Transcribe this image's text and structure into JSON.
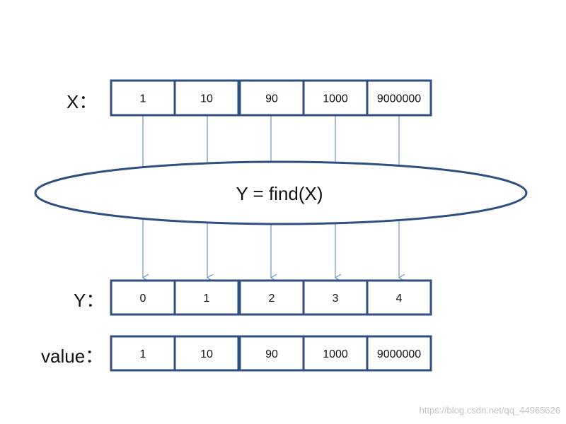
{
  "rows": {
    "x": {
      "label": "X：",
      "values": [
        "1",
        "10",
        "90",
        "1000",
        "9000000"
      ]
    },
    "y": {
      "label": "Y：",
      "values": [
        "0",
        "1",
        "2",
        "3",
        "4"
      ]
    },
    "value": {
      "label": "value：",
      "values": [
        "1",
        "10",
        "90",
        "1000",
        "9000000"
      ]
    }
  },
  "function_label": "Y = find(X)",
  "watermark": "https://blog.csdn.net/qq_44965626",
  "colors": {
    "box_border": "#2f4f7f",
    "ellipse_border": "#2f4f7f",
    "arrow": "#6d96c8",
    "text": "#111111"
  }
}
